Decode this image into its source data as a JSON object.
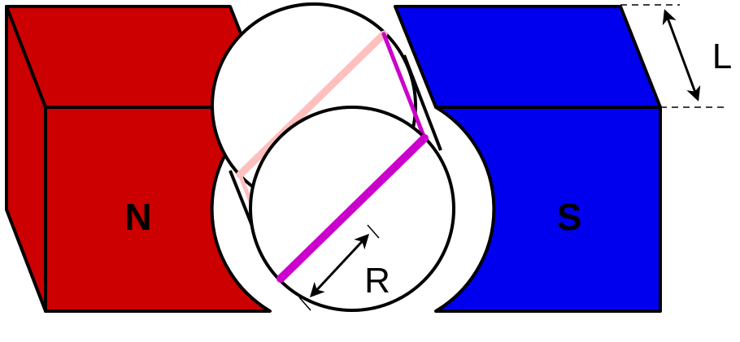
{
  "magnets": {
    "north": {
      "label": "N",
      "color": "#cc0000"
    },
    "south": {
      "label": "S",
      "color": "#0000ee"
    }
  },
  "loop": {
    "front_edge_color": "#cc00cc",
    "back_edge_color": "#ffbfbf"
  },
  "dimensions": {
    "length_label": "L",
    "radius_label": "R"
  }
}
